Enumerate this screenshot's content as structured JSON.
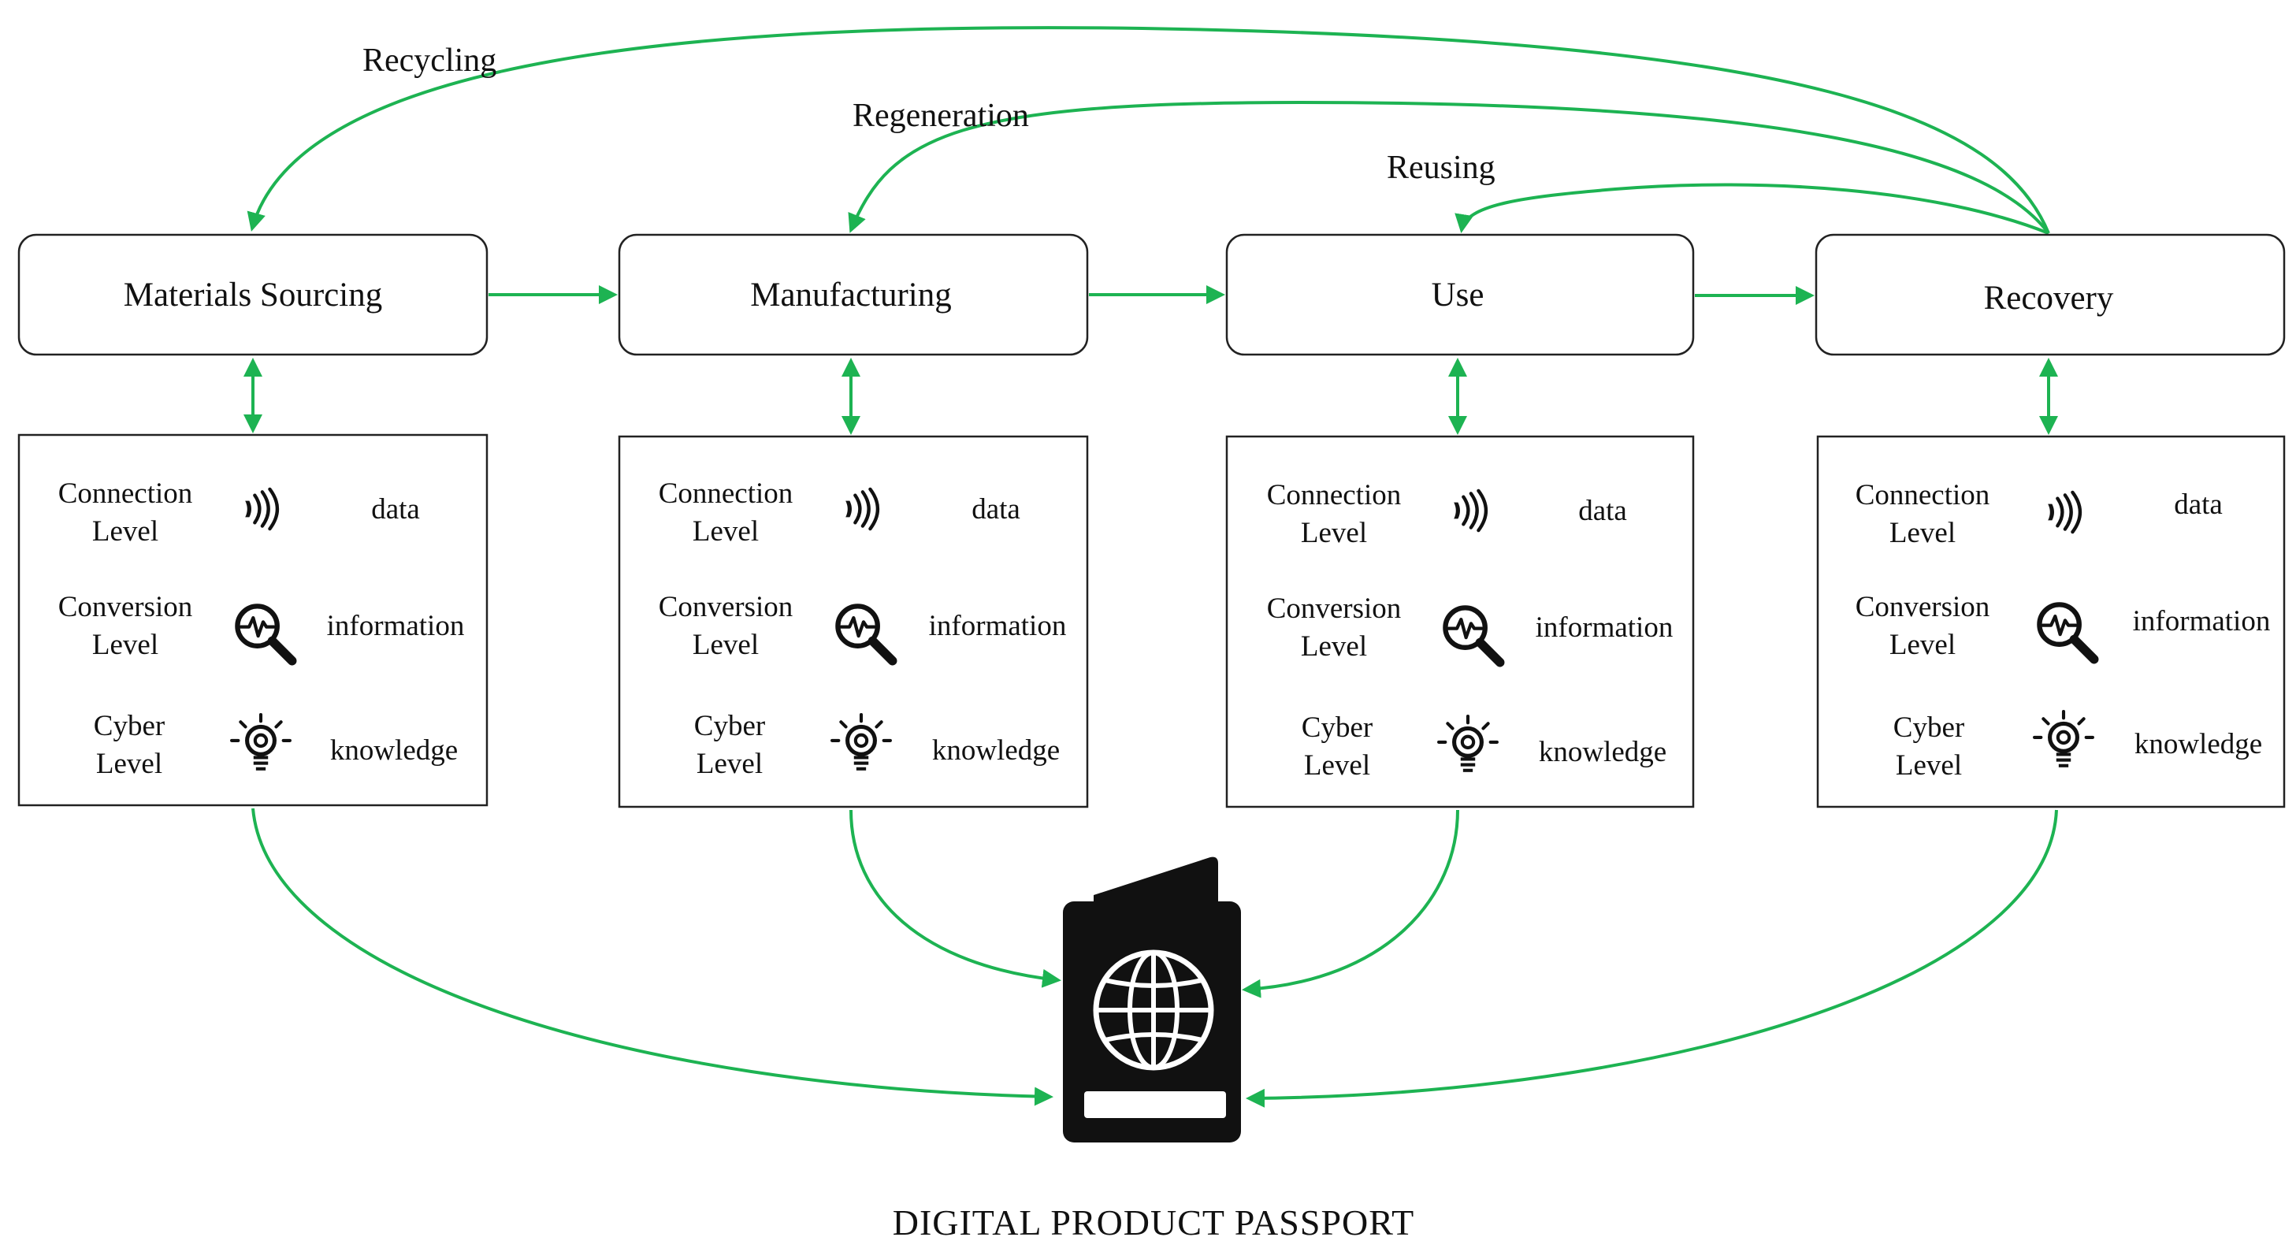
{
  "stages": [
    {
      "id": "materials-sourcing",
      "label": "Materials  Sourcing"
    },
    {
      "id": "manufacturing",
      "label": "Manufacturing"
    },
    {
      "id": "use",
      "label": "Use"
    },
    {
      "id": "recovery",
      "label": "Recovery"
    }
  ],
  "levels": [
    {
      "line1": "Connection",
      "line2": "Level",
      "icon": "nfc-signal-icon",
      "output": "data"
    },
    {
      "line1": "Conversion",
      "line2": "Level",
      "icon": "analytics-magnifier-icon",
      "output": "information"
    },
    {
      "line1": "Cyber",
      "line2": "Level",
      "icon": "lightbulb-icon",
      "output": "knowledge"
    }
  ],
  "loops": [
    {
      "id": "recycling",
      "label": "Recycling"
    },
    {
      "id": "regeneration",
      "label": "Regeneration"
    },
    {
      "id": "reusing",
      "label": "Reusing"
    }
  ],
  "passport": {
    "label": "DIGITAL  PRODUCT  PASSPORT",
    "icon": "passport-globe-icon"
  },
  "colors": {
    "arrow": "#1db352",
    "box_stroke": "#222222",
    "icon": "#111111"
  }
}
